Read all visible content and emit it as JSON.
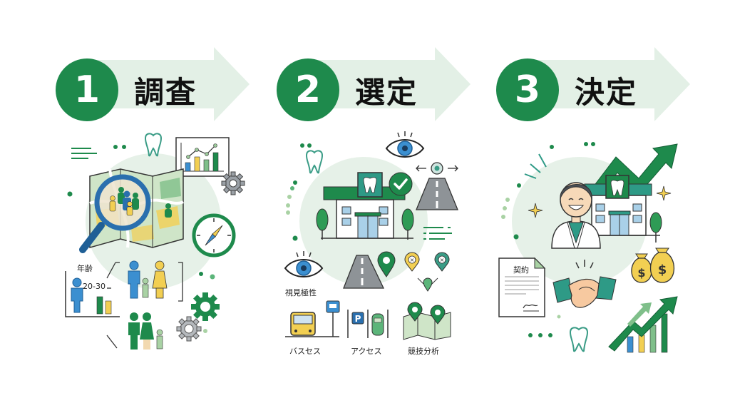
{
  "colors": {
    "primary_green": "#1e8a4c",
    "arrow_bg": "#e3f0e6",
    "blob_bg": "#e6f1e8",
    "blue": "#3b8fd0",
    "yellow": "#f2cf52",
    "teal": "#2e9a86",
    "gray": "#9aa0a6"
  },
  "steps": [
    {
      "number": "1",
      "title": "調査",
      "labels": {
        "age": "年齢",
        "age_range": "20-30"
      },
      "icons": [
        "tooth-icon",
        "chart-icon",
        "gear-icon",
        "map-icon",
        "magnifier-icon",
        "compass-icon",
        "people-icon",
        "family-icon"
      ]
    },
    {
      "number": "2",
      "title": "選定",
      "labels": {
        "visibility": "視見極性",
        "bus": "バスセス",
        "access": "アクセス",
        "competition": "競技分析",
        "parking": "P"
      },
      "icons": [
        "tooth-icon",
        "eye-icon",
        "road-icon",
        "clinic-icon",
        "check-icon",
        "pin-icon",
        "bus-icon",
        "parking-icon",
        "car-icon",
        "map-pins-icon"
      ]
    },
    {
      "number": "3",
      "title": "決定",
      "labels": {
        "contract": "契約",
        "currency": "$"
      },
      "icons": [
        "doctor-icon",
        "clinic-icon",
        "growth-arrow-icon",
        "contract-icon",
        "handshake-icon",
        "money-bag-icon",
        "bar-chart-icon",
        "tooth-icon"
      ]
    }
  ]
}
